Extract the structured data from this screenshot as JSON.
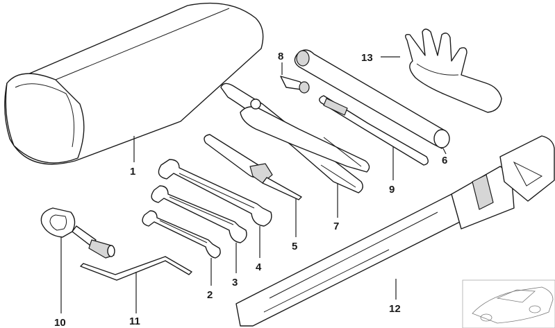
{
  "callouts": {
    "c1": "1",
    "c2": "2",
    "c3": "3",
    "c4": "4",
    "c5": "5",
    "c6": "6",
    "c7": "7",
    "c8": "8",
    "c9": "9",
    "c10": "10",
    "c11": "11",
    "c12": "12",
    "c13": "13"
  },
  "colors": {
    "line": "#1a1a1a",
    "shade": "#d6d6d6",
    "background": "#ffffff"
  }
}
